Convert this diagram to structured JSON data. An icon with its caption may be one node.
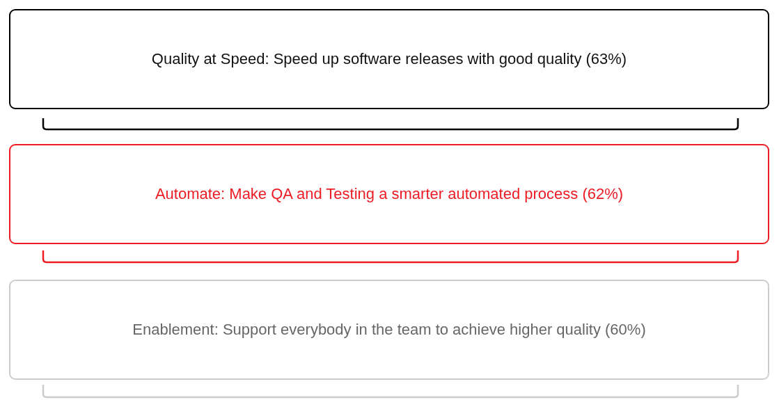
{
  "diagram": {
    "nodes": [
      {
        "text": [
          "Quality at Speed: Speed up software releases with good quality (63%)"
        ]
      },
      {
        "text": [
          "Automate: Make QA and Testing a smarter automated process (62%)"
        ]
      },
      {
        "text": [
          "Enablement: Support everybody in the team to achieve higher quality (60%)"
        ]
      }
    ]
  }
}
